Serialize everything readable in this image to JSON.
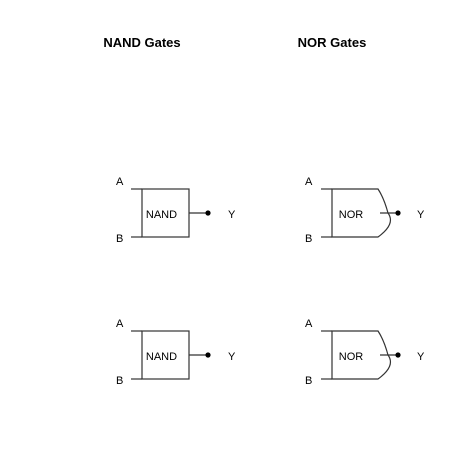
{
  "nand_title": "NAND Gates",
  "nor_title": "NOR Gates",
  "gates": {
    "nand1": {
      "label": "NAND",
      "in_a": "A",
      "in_b": "B",
      "out": "Y"
    },
    "nand2": {
      "label": "NAND",
      "in_a": "A",
      "in_b": "B",
      "out": "Y"
    },
    "nor1": {
      "label": "NOR",
      "in_a": "A",
      "in_b": "B",
      "out": "Y"
    },
    "nor2": {
      "label": "NOR",
      "in_a": "A",
      "in_b": "B",
      "out": "Y"
    }
  }
}
